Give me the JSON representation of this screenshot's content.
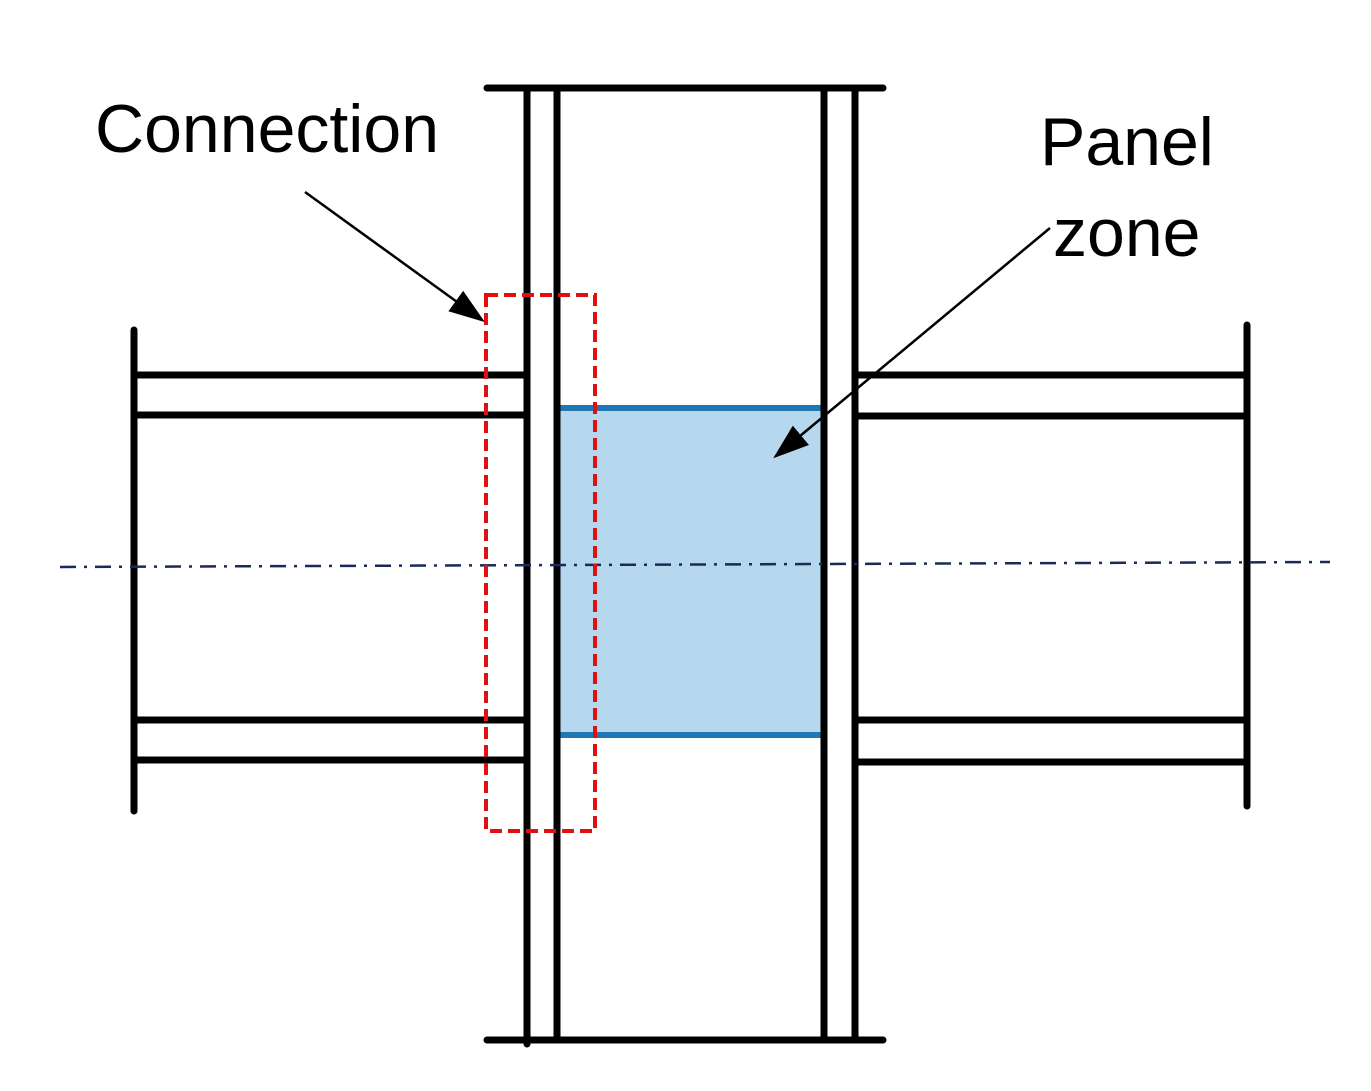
{
  "labels": {
    "connection": "Connection",
    "panel_zone_line1": "Panel",
    "panel_zone_line2": "zone"
  },
  "colors": {
    "steel": "#000000",
    "panel_fill": "#b5d8ef",
    "stiffener": "#1f77b4",
    "connection_box": "#e01010",
    "centerline": "#1a2a5a"
  },
  "icons": {
    "connection_pointer": "arrow-icon",
    "panel_zone_pointer": "arrow-icon"
  }
}
